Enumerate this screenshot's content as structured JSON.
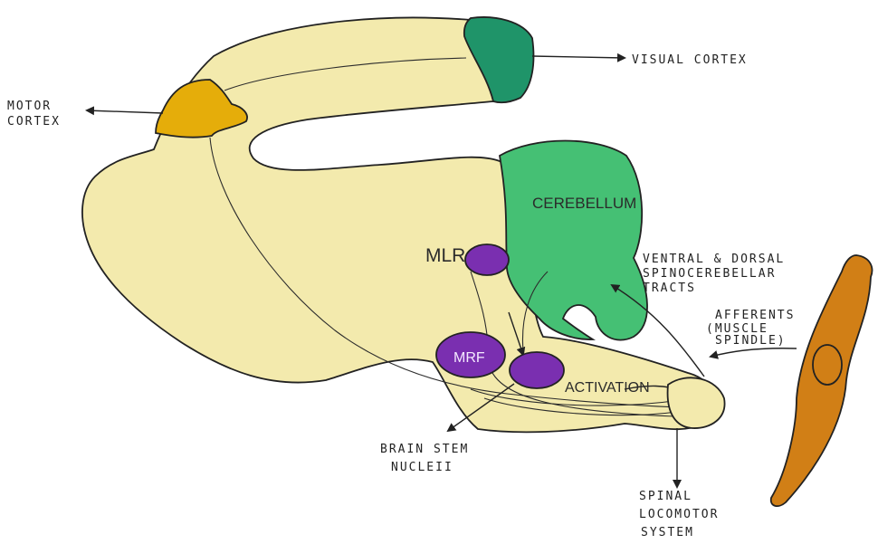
{
  "labels": {
    "visual_cortex": "VISUAL  CORTEX",
    "motor_cortex_line1": "MOTOR",
    "motor_cortex_line2": "CORTEX",
    "cerebellum": "CEREBELLUM",
    "mlr": "MLR",
    "mrf": "MRF",
    "activation": "ACTIVATION",
    "tracts_line1": "VENTRAL & DORSAL",
    "tracts_line2": "SPINOCEREBELLAR",
    "tracts_line3": "TRACTS",
    "afferents_line1": "AFFERENTS",
    "afferents_line2": "(MUSCLE",
    "afferents_line3": "SPINDLE)",
    "brainstem_line1": "BRAIN  STEM",
    "brainstem_line2": "NUCLEII",
    "spinal_line1": "SPINAL",
    "spinal_line2": "LOCOMOTOR",
    "spinal_line3": "SYSTEM"
  },
  "colors": {
    "brain_fill": "#f3eaad",
    "outline": "#222222",
    "motor_cortex": "#e5ad0a",
    "visual_cortex": "#1f9469",
    "cerebellum": "#45c074",
    "nuclei": "#7a2fb0",
    "muscle": "#d17f16"
  }
}
